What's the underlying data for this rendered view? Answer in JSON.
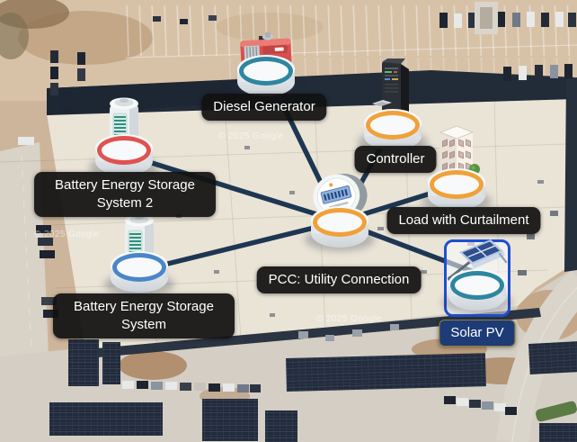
{
  "map": {
    "attribution": "© 2025 Google"
  },
  "selection": {
    "selected_node": "Solar PV"
  },
  "colors": {
    "connection_line": "#1d3753",
    "label_background": "#111111",
    "selection_border_blue": "#1e4fd4",
    "solar_label_background": "#1d3b76",
    "solar_label_border": "#96802f",
    "ring_orange": "#f0a13a",
    "ring_red": "#e05250",
    "ring_blue": "#4a86c8",
    "ring_teal": "#2e86a0"
  },
  "nodes": [
    {
      "id": "diesel-generator",
      "label": "Diesel Generator",
      "icon": "diesel-generator-icon",
      "ring_color": "#2e86a0",
      "selected": false
    },
    {
      "id": "controller",
      "label": "Controller",
      "icon": "server-tower-icon",
      "ring_color": "#f0a13a",
      "selected": false
    },
    {
      "id": "bess2",
      "label": "Battery Energy Storage System 2",
      "icon": "battery-icon",
      "ring_color": "#e05250",
      "selected": false
    },
    {
      "id": "load-with-curtailment",
      "label": "Load with Curtailment",
      "icon": "building-icon",
      "ring_color": "#f0a13a",
      "selected": false
    },
    {
      "id": "pcc-utility-connection",
      "label": "PCC: Utility Connection",
      "icon": "utility-meter-icon",
      "ring_color": "#f0a13a",
      "selected": false
    },
    {
      "id": "bess",
      "label": "Battery Energy Storage System",
      "icon": "battery-icon",
      "ring_color": "#4a86c8",
      "selected": false
    },
    {
      "id": "solar-pv",
      "label": "Solar PV",
      "icon": "solar-panel-icon",
      "ring_color": "#2e86a0",
      "selected": true
    }
  ]
}
